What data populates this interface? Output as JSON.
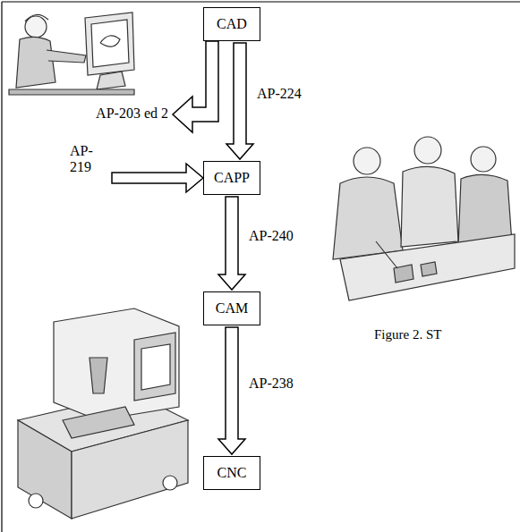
{
  "diagram": {
    "caption": "Figure 2. ST",
    "nodes": [
      {
        "text": [
          "CAD"
        ]
      },
      {
        "text": [
          "CAPP"
        ]
      },
      {
        "text": [
          "CAM"
        ]
      },
      {
        "text": [
          "CNC"
        ]
      }
    ],
    "edges": [
      {
        "from": 0,
        "to": 1,
        "arrow": "to",
        "label": "AP-224"
      },
      {
        "from": 1,
        "to": 2,
        "arrow": "to",
        "label": "AP-240"
      },
      {
        "from": 2,
        "to": 3,
        "arrow": "to",
        "label": "AP-238"
      }
    ],
    "labels": [
      "AP-203 ed 2",
      "AP-219"
    ]
  }
}
